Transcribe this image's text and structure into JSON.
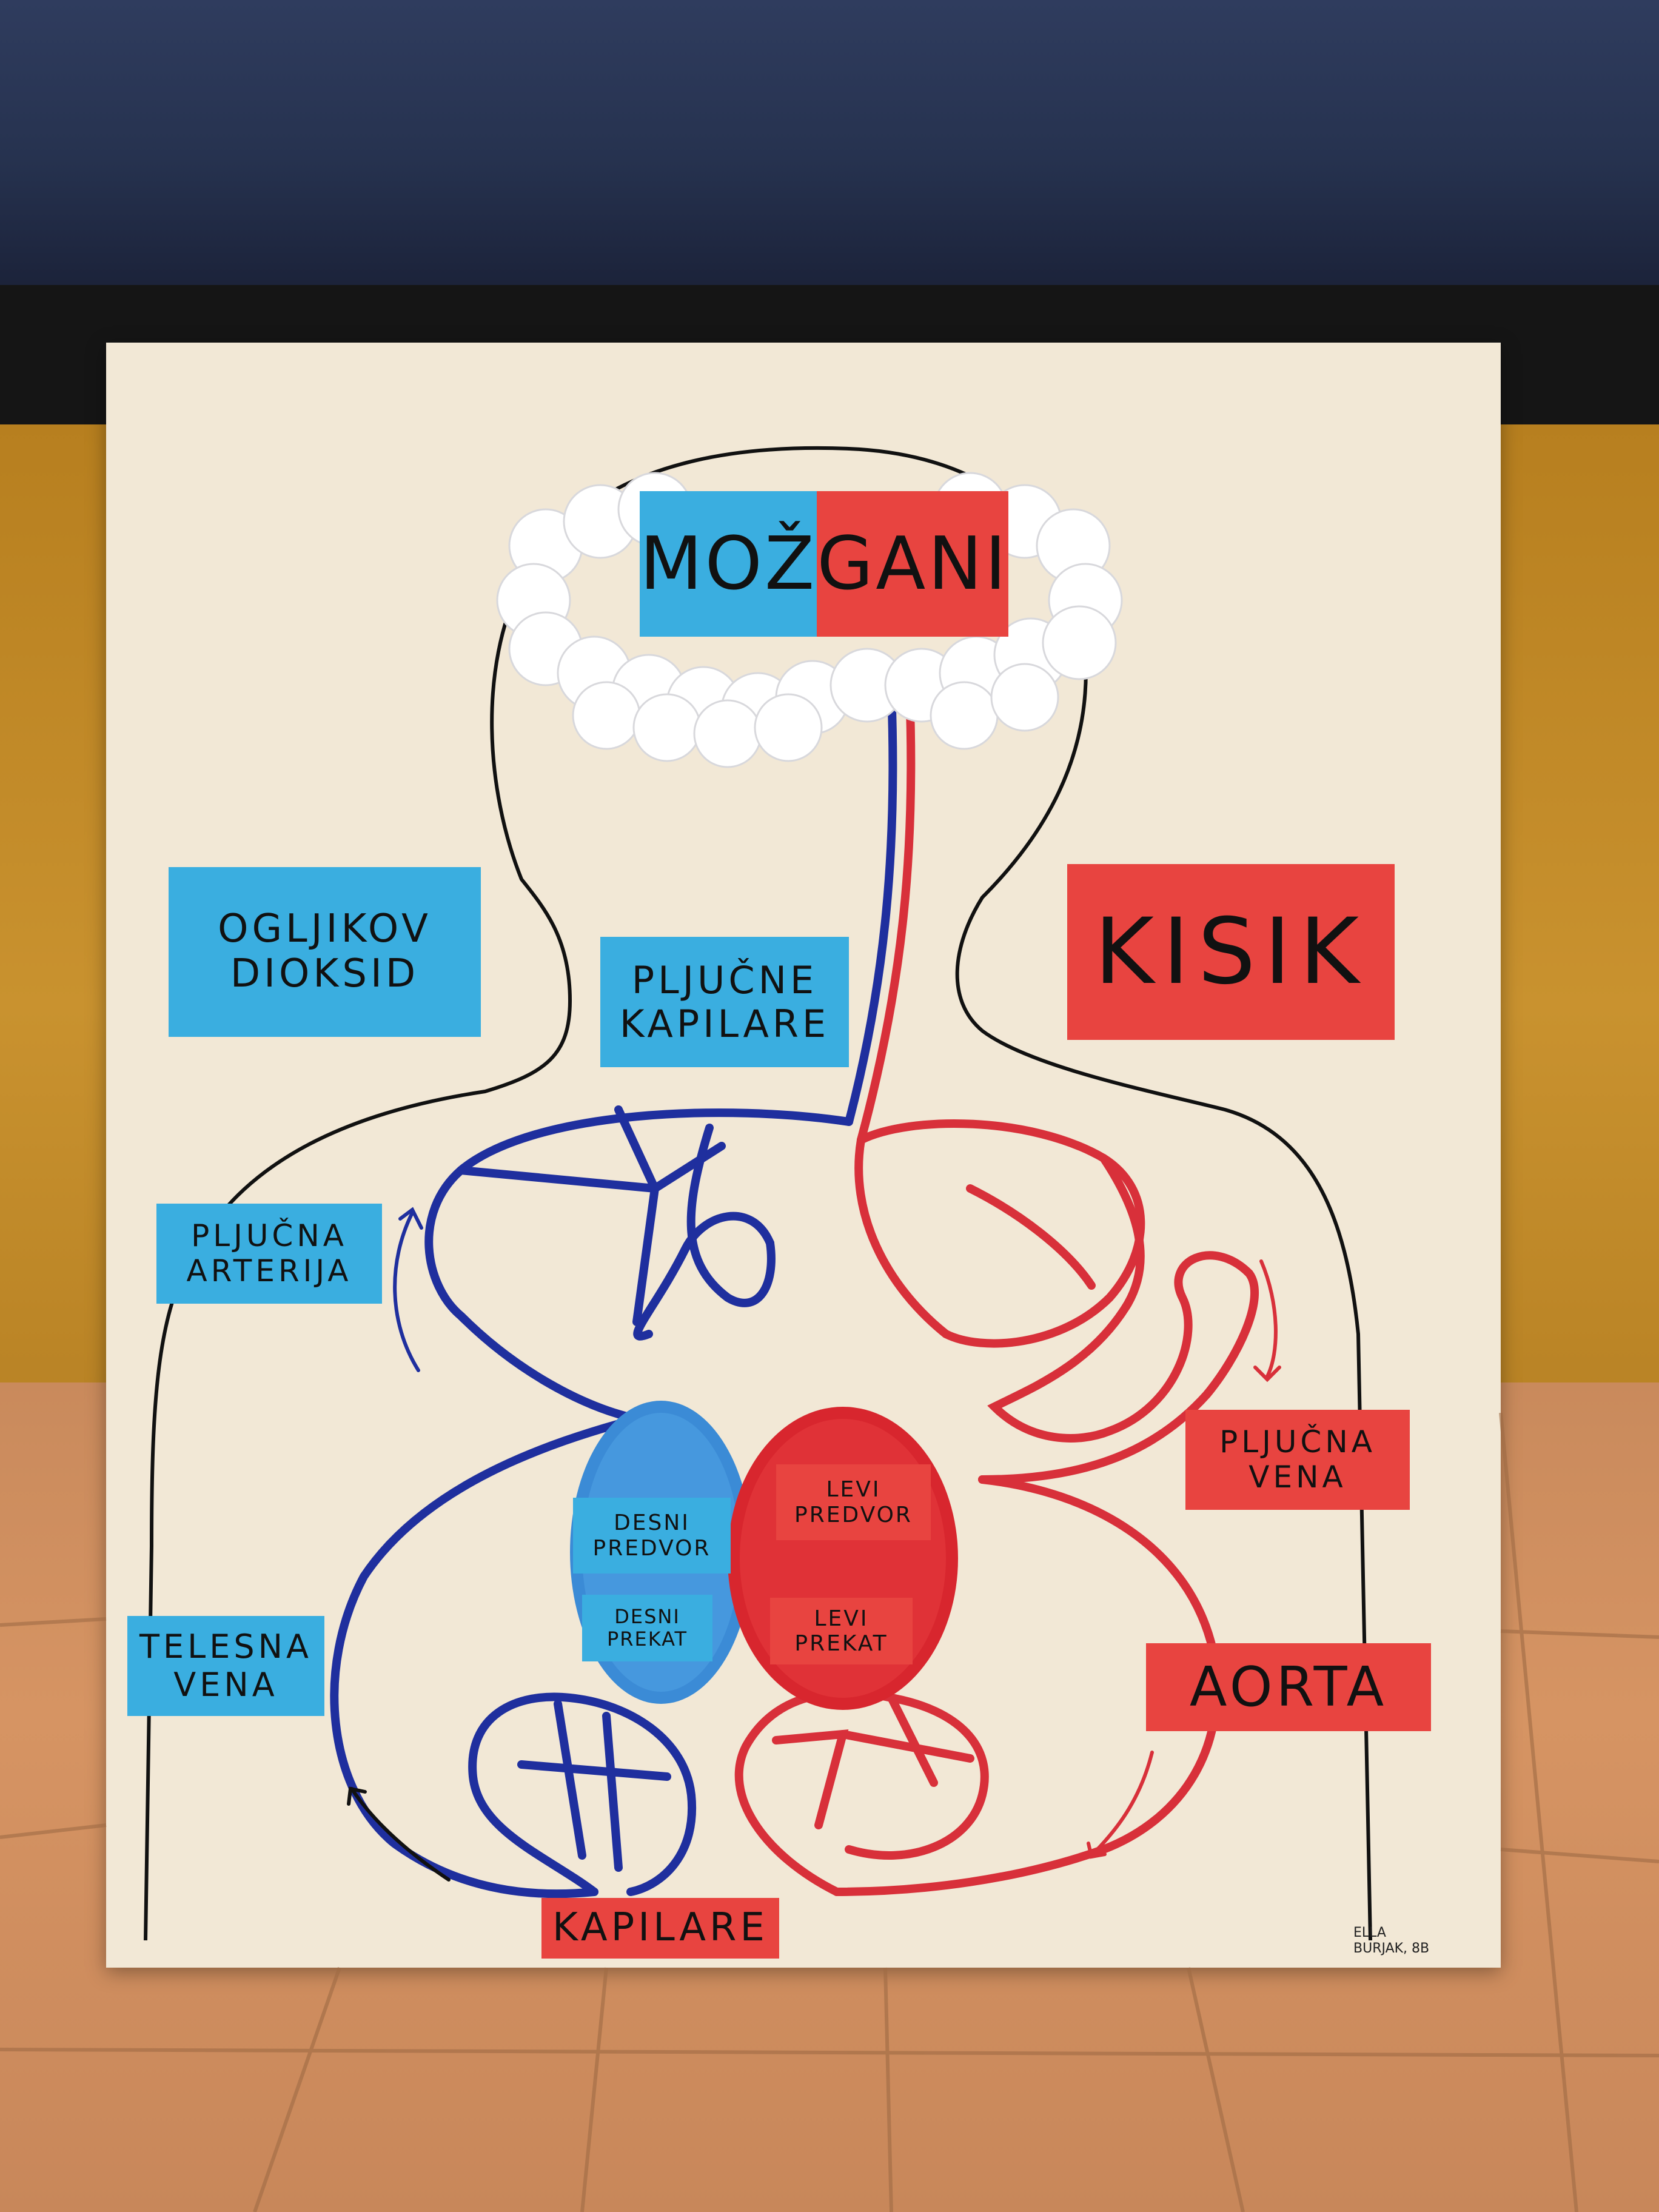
{
  "labels": {
    "brain_left": "MOŽ",
    "brain_right": "GANI",
    "co2": [
      "OGLJIKOV",
      "DIOKSID"
    ],
    "oxygen": "KISIK",
    "lung_capillaries": [
      "PLJUČNE",
      "KAPILARE"
    ],
    "pulmonary_artery": [
      "PLJUČNA",
      "ARTERIJA"
    ],
    "pulmonary_vein": [
      "PLJUČNA",
      "VENA"
    ],
    "right_atrium": [
      "DESNI",
      "PREDVOR"
    ],
    "left_atrium": [
      "LEVI",
      "PREDVOR"
    ],
    "right_ventricle": [
      "DESNI",
      "PREKAT"
    ],
    "left_ventricle": [
      "LEVI",
      "PREKAT"
    ],
    "body_vein": [
      "TELESNA",
      "VENA"
    ],
    "aorta": "AORTA",
    "capillaries": "KAPILARE",
    "signature": [
      "ELLA",
      "BURJAK, 8B"
    ]
  },
  "colors": {
    "blue": "#3aaee0",
    "red": "#e84440",
    "tube_blue": "#1f2f9e",
    "tube_red": "#d8303a",
    "board": "#f2e8d6"
  }
}
